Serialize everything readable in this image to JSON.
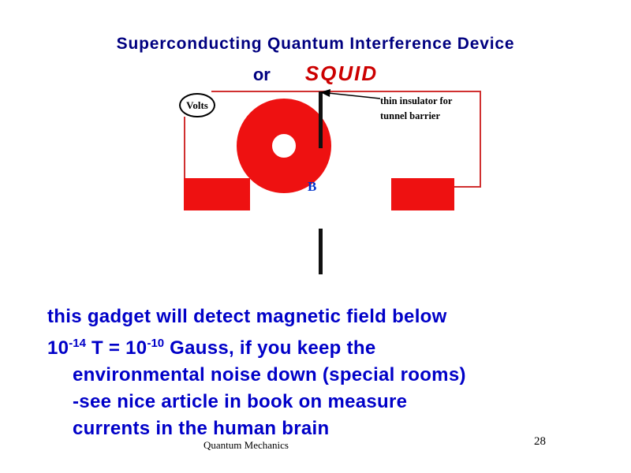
{
  "page": {
    "title": "Superconducting Quantum Interference Device",
    "subtitle_or": "or",
    "subtitle_squid": "SQUID"
  },
  "diagram": {
    "volts_label": "Volts",
    "insulator_line1": "thin insulator for",
    "insulator_line2": "tunnel barrier",
    "b_field_label": "B"
  },
  "body": {
    "line1": "this gadget will detect magnetic field below",
    "line2": {
      "b1": "10",
      "s1": "-14",
      "b2": " T = 10",
      "s2": "-10",
      "b3": " Gauss, if you keep the"
    },
    "line3": "environmental noise down (special rooms)",
    "line4": "-see nice article in book on measure",
    "line5": "currents in the human brain"
  },
  "footer": {
    "left": "Quantum Mechanics",
    "page_number": "28"
  },
  "colors": {
    "title_blue": "#000080",
    "body_blue": "#0000C8",
    "squid_red": "#CC0000",
    "ring_red": "#EE1111",
    "wire_red": "#D03030"
  }
}
